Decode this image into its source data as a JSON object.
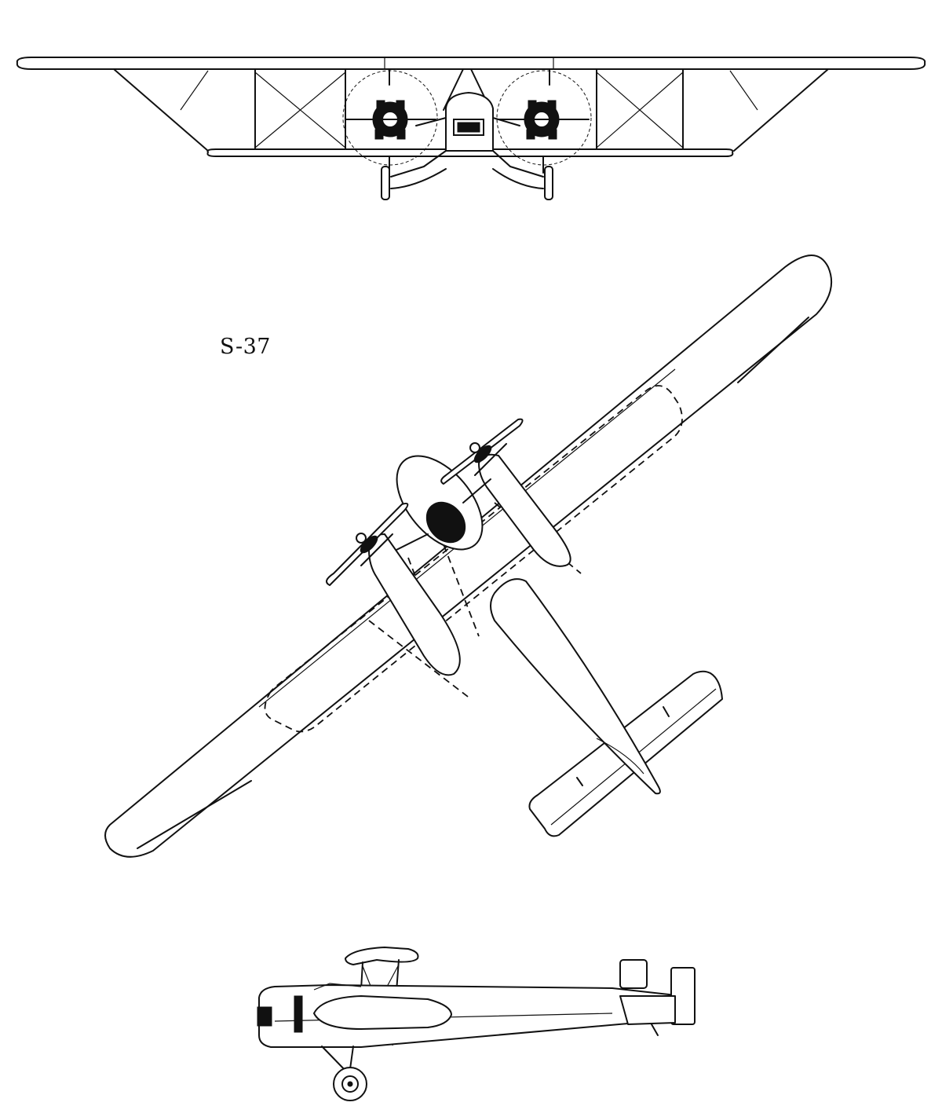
{
  "drawing": {
    "model_label": "S-37",
    "views": [
      "front-view",
      "top-view",
      "side-view"
    ]
  }
}
